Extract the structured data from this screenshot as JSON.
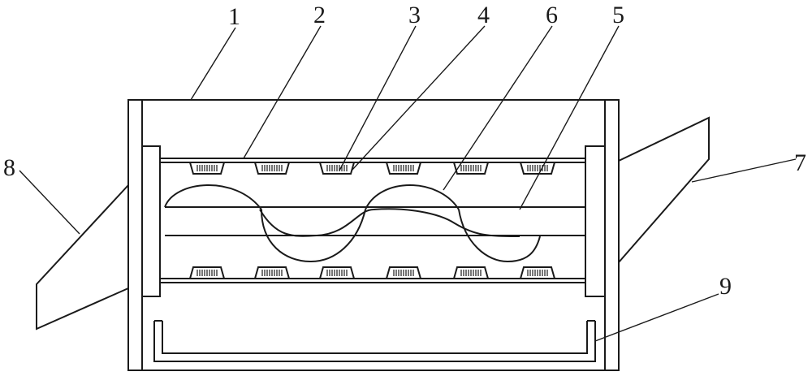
{
  "diagram": {
    "labels": {
      "l1": "1",
      "l2": "2",
      "l3": "3",
      "l4": "4",
      "l5": "5",
      "l6": "6",
      "l7": "7",
      "l8": "8",
      "l9": "9"
    },
    "colors": {
      "line": "#1a1a1a",
      "background": "#ffffff"
    }
  }
}
